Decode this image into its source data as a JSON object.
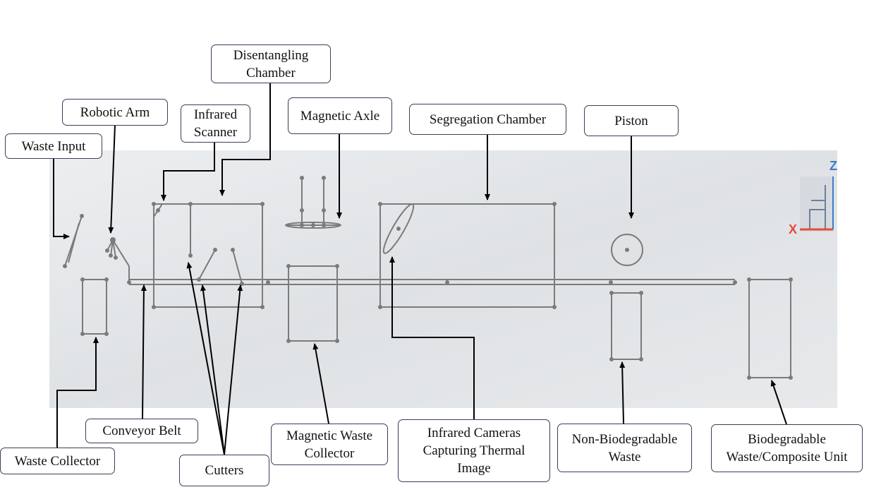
{
  "diagram": {
    "labels": {
      "waste_input": "Waste Input",
      "robotic_arm": "Robotic Arm",
      "infrared_scanner": "Infrared\nScanner",
      "disentangling_chamber": "Disentangling\nChamber",
      "magnetic_axle": "Magnetic Axle",
      "segregation_chamber": "Segregation Chamber",
      "piston": "Piston",
      "conveyor_belt": "Conveyor Belt",
      "waste_collector": "Waste Collector",
      "cutters": "Cutters",
      "magnetic_waste_collector": "Magnetic Waste\nCollector",
      "infrared_cameras": "Infrared Cameras\nCapturing Thermal\nImage",
      "non_biodegradable_waste": "Non-Biodegradable\nWaste",
      "biodegradable_waste": "Biodegradable\nWaste/Composite Unit"
    },
    "axis_gizmo": {
      "z": "Z",
      "x": "X"
    },
    "colors": {
      "canvas_bg": "#e3e6e9",
      "machine_line": "#7b7b7b",
      "arrow": "#000000",
      "box_border": "#3a3f57",
      "axis_z": "#3a7fc8",
      "axis_x": "#e8493c"
    }
  }
}
